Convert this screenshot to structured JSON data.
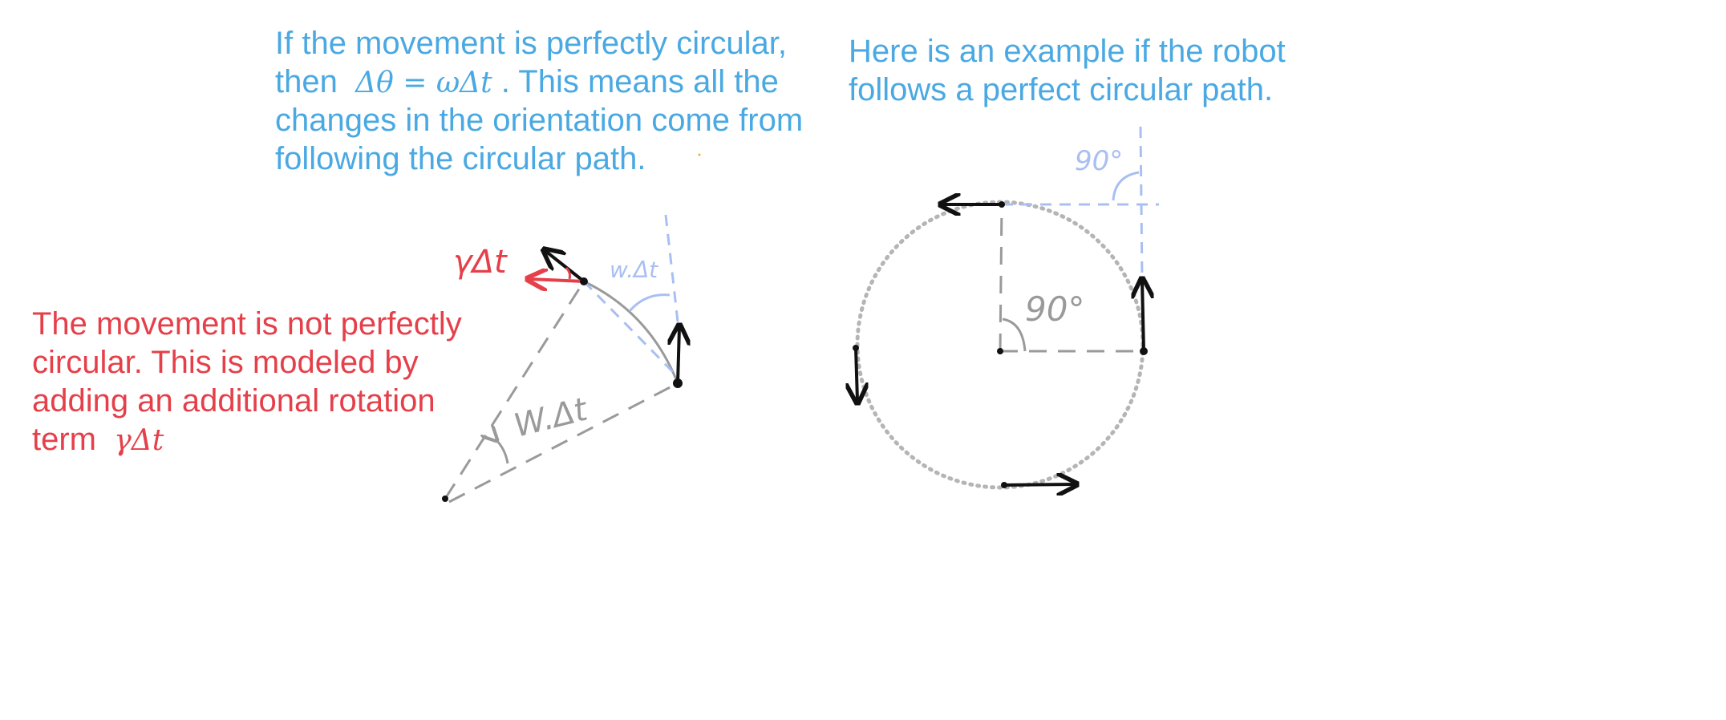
{
  "notes": {
    "circular_line1": "If the movement is perfectly circular,",
    "circular_line2_prefix": "then ",
    "circular_formula": "Δθ = ωΔt",
    "circular_line2_suffix": " . This means all the",
    "circular_line3": "changes in the orientation come from",
    "circular_line4": "following the circular path.",
    "example_line1": "Here is an example if the robot",
    "example_line2": "follows a perfect circular path.",
    "noncircular_line1": "The movement is not perfectly",
    "noncircular_line2": "circular. This is modeled by",
    "noncircular_line3": "adding an additional rotation",
    "noncircular_line4_prefix": "term ",
    "noncircular_formula": "γΔt"
  },
  "left_diagram": {
    "gamma_label": "γΔt",
    "omega_label_blue": "w.Δt",
    "omega_label_gray": "W.Δt"
  },
  "right_diagram": {
    "angle_label_top": "90°",
    "angle_label_center": "90°"
  },
  "colors": {
    "blue_text": "#4aa9e2",
    "red_text": "#e5404a",
    "light_blue_lines": "#a9bff2",
    "gray_lines": "#9a9a9a"
  }
}
